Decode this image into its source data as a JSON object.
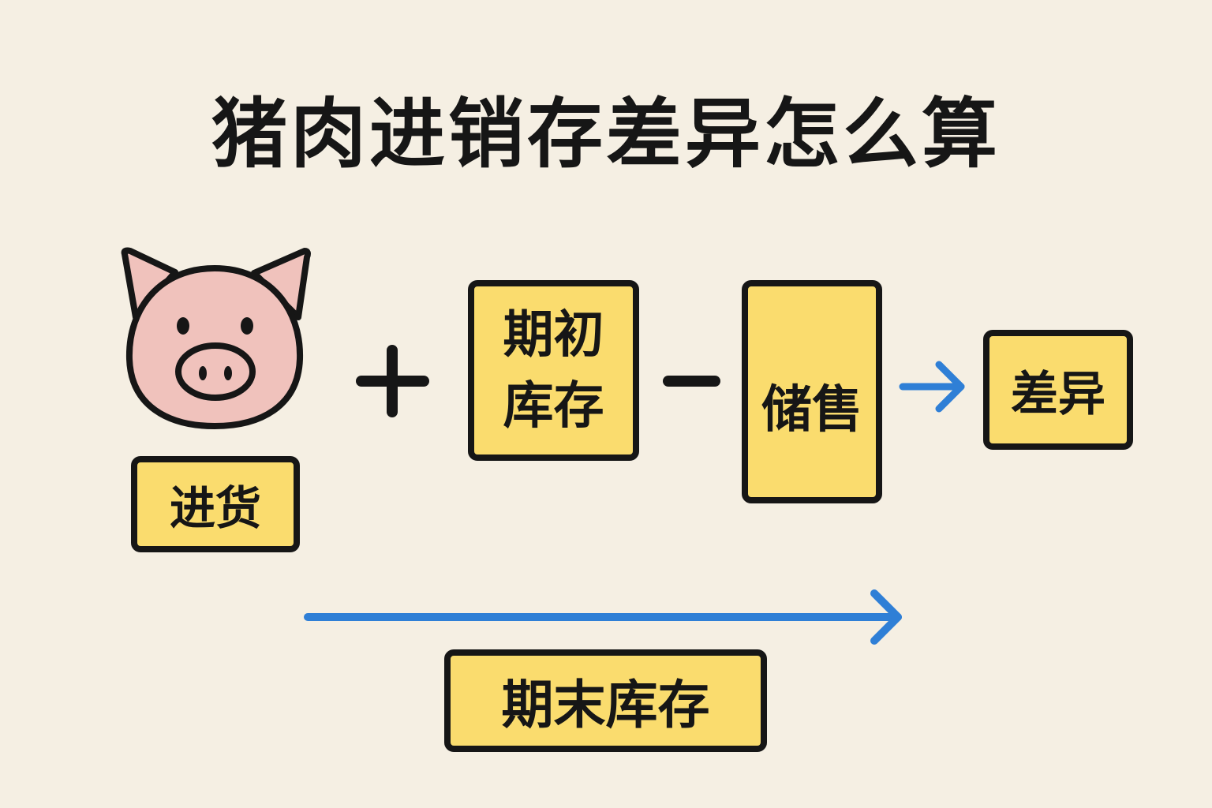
{
  "title": "猪肉进销存差异怎么算",
  "boxes": {
    "purchase": "进货",
    "opening_stock": "期初库存",
    "sales": "储售",
    "difference": "差异",
    "closing_stock": "期末库存"
  },
  "operators": {
    "plus": "+",
    "minus": "−"
  },
  "colors": {
    "background": "#f5efe3",
    "box": "#fadc6e",
    "arrow": "#2f7fd6",
    "pig": "#f0c2bc",
    "outline": "#161616"
  },
  "icons": [
    "pig-icon",
    "plus-icon",
    "minus-icon",
    "arrow-right-icon"
  ]
}
